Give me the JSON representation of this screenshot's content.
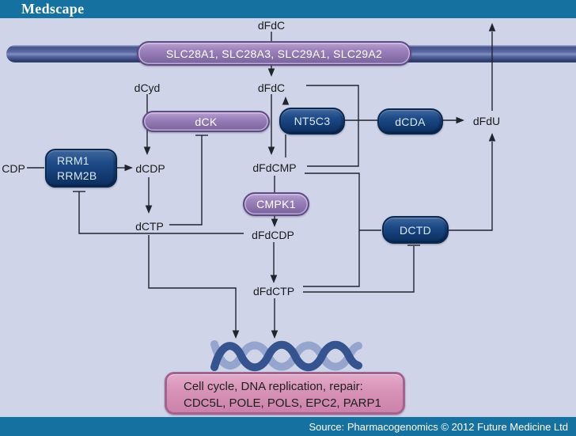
{
  "header": {
    "logo": "Medscape"
  },
  "footer": {
    "source": "Source: Pharmacogenomics © 2012 Future Medicine Ltd"
  },
  "metabolites": {
    "dfdc_extracellular": "dFdC",
    "dfdc_intracellular": "dFdC",
    "dcyd": "dCyd",
    "cdp": "CDP",
    "dcdp": "dCDP",
    "dctp": "dCTP",
    "dfdcmp": "dFdCMP",
    "dfdcdp": "dFdCDP",
    "dfdctp": "dFdCTP",
    "dfdu": "dFdU"
  },
  "enzymes": {
    "transporters": "SLC28A1, SLC28A3, SLC29A1, SLC29A2",
    "dck": "dCK",
    "nt5c3": "NT5C3",
    "dcda": "dCDA",
    "cmpk1": "CMPK1",
    "dctd": "DCTD",
    "rrm_line1": "RRM1",
    "rrm_line2": "RRM2B"
  },
  "effects_box": {
    "line1": "Cell cycle, DNA replication, repair:",
    "line2": "CDC5L, POLE, POLS, EPC2, PARP1"
  },
  "colors": {
    "background": "#cfd4e8",
    "banner": "#15719f",
    "membrane": "#5b6aa4",
    "enzyme_purple": "#8d73ae",
    "enzyme_navy": "#16417e",
    "effects_pink": "#d793b7",
    "dna_dark": "#35548f",
    "dna_light": "#95a5cd",
    "line": "#20242e"
  },
  "pathway_edges": [
    "dFdC (extracellular) → dFdC (intracellular) via SLC28A1/SLC28A3/SLC29A1/SLC29A2 transporters",
    "dCyd → dCDP via dCK",
    "dFdC → dFdCMP via dCK",
    "dFdCMP → dFdC via NT5C3",
    "dFdC → dFdU via dCDA",
    "CDP → dCDP via RRM1/RRM2B",
    "dCDP → dCTP",
    "dCTP ⊣ dCK (feedback inhibition)",
    "dCTP → DNA",
    "dFdCMP → dFdCDP via CMPK1",
    "dFdCDP ⊣ RRM1/RRM2B (inhibition)",
    "dFdCMP → DCTD → dFdU",
    "dFdCTP ⊣ DCTD (inhibition)",
    "dFdCDP → dFdCTP",
    "dFdCTP → DNA",
    "dFdU → transported out of cell",
    "DNA → cell cycle, DNA replication, repair genes"
  ]
}
